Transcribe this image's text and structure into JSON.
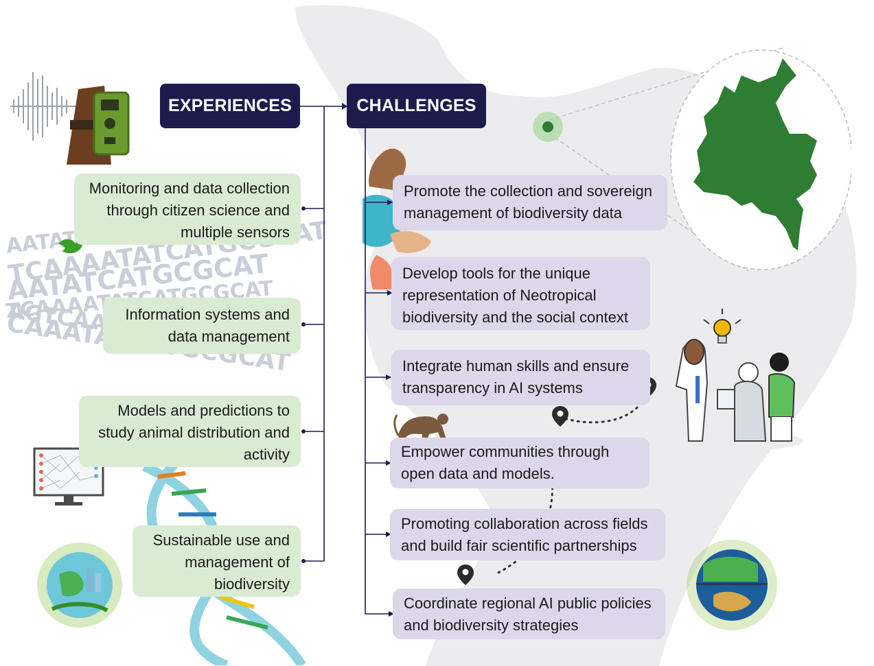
{
  "headers": {
    "experiences": "EXPERIENCES",
    "challenges": "CHALLENGES"
  },
  "experiences": [
    {
      "lines": [
        "Monitoring and data collection",
        "through citizen science and",
        "multiple sensors"
      ]
    },
    {
      "lines": [
        "Information systems and",
        "data management"
      ]
    },
    {
      "lines": [
        "Models and predictions to",
        "study animal distribution and",
        "activity"
      ]
    },
    {
      "lines": [
        "Sustainable use and",
        "management of",
        "biodiversity"
      ]
    }
  ],
  "challenges": [
    {
      "lines": [
        "Promote the collection and sovereign",
        "management of biodiversity data"
      ]
    },
    {
      "lines": [
        "Develop tools for the unique",
        "representation of Neotropical",
        "biodiversity and the social context"
      ]
    },
    {
      "lines": [
        "Integrate human skills and ensure",
        "transparency in AI systems"
      ]
    },
    {
      "lines": [
        "Empower communities through",
        "open data and models."
      ]
    },
    {
      "lines": [
        "Promoting collaboration across fields",
        "and build fair scientific partnerships"
      ]
    },
    {
      "lines": [
        "Coordinate regional AI public policies",
        "and biodiversity strategies"
      ]
    }
  ],
  "background_sequence": {
    "rows": [
      "AATATCATGCGCAT",
      "TCAAAATATCATGCGCAT",
      "AATATCATGCGCAT",
      "TCAAAATATCATGCGCAT",
      "AGTCAAAATATC",
      "CAAATATCATGCGCAT"
    ]
  },
  "colors": {
    "header_bg": "#1f1a4d",
    "experience_bg": "#d9ecd3",
    "challenge_bg": "#dcd7eb",
    "colombia_green": "#2e7d32",
    "connector": "#1f1a4d"
  },
  "icons": [
    "sound-wave-icon",
    "camera-trap-icon",
    "bird-icon",
    "hands-globe-icon",
    "monkey-icon",
    "neural-network-monitor-icon",
    "dna-helix-icon",
    "sustainable-earth-icon",
    "earth-globe-icon",
    "people-collaboration-icon",
    "lightbulb-icon",
    "location-pin-icon",
    "colombia-map"
  ]
}
